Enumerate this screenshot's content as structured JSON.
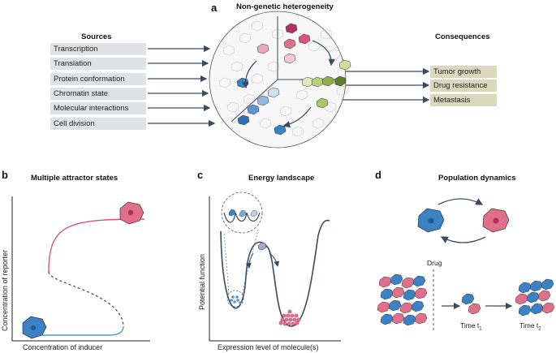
{
  "panels": {
    "a": {
      "letter": "a",
      "title": "Non-genetic heterogeneity",
      "sources_heading": "Sources",
      "sources": [
        "Transcription",
        "Translation",
        "Protein conformation",
        "Chromatin state",
        "Molecular interactions",
        "Cell division"
      ],
      "consequences_heading": "Consequences",
      "consequences": [
        "Tumor growth",
        "Drug resistance",
        "Metastasis"
      ]
    },
    "b": {
      "letter": "b",
      "title": "Multiple attractor states",
      "xlabel": "Concentration of inducer",
      "ylabel": "Concentration of reporter"
    },
    "c": {
      "letter": "c",
      "title": "Energy landscape",
      "xlabel": "Expression level of molecule(s)",
      "ylabel": "Potential function"
    },
    "d": {
      "letter": "d",
      "title": "Population dynamics",
      "drug_label": "Drug",
      "time1_label": "Time t",
      "time1_sub": "1",
      "time2_label": "Time t",
      "time2_sub": "2"
    }
  },
  "colors": {
    "pink": "#e0708a",
    "blue": "#3b82c4",
    "green": "#8db04a",
    "magenta": "#b2305e",
    "arrow": "#3a4a63",
    "source_box": "#dfe3e8",
    "consequence_box": "#dcd8bd"
  }
}
